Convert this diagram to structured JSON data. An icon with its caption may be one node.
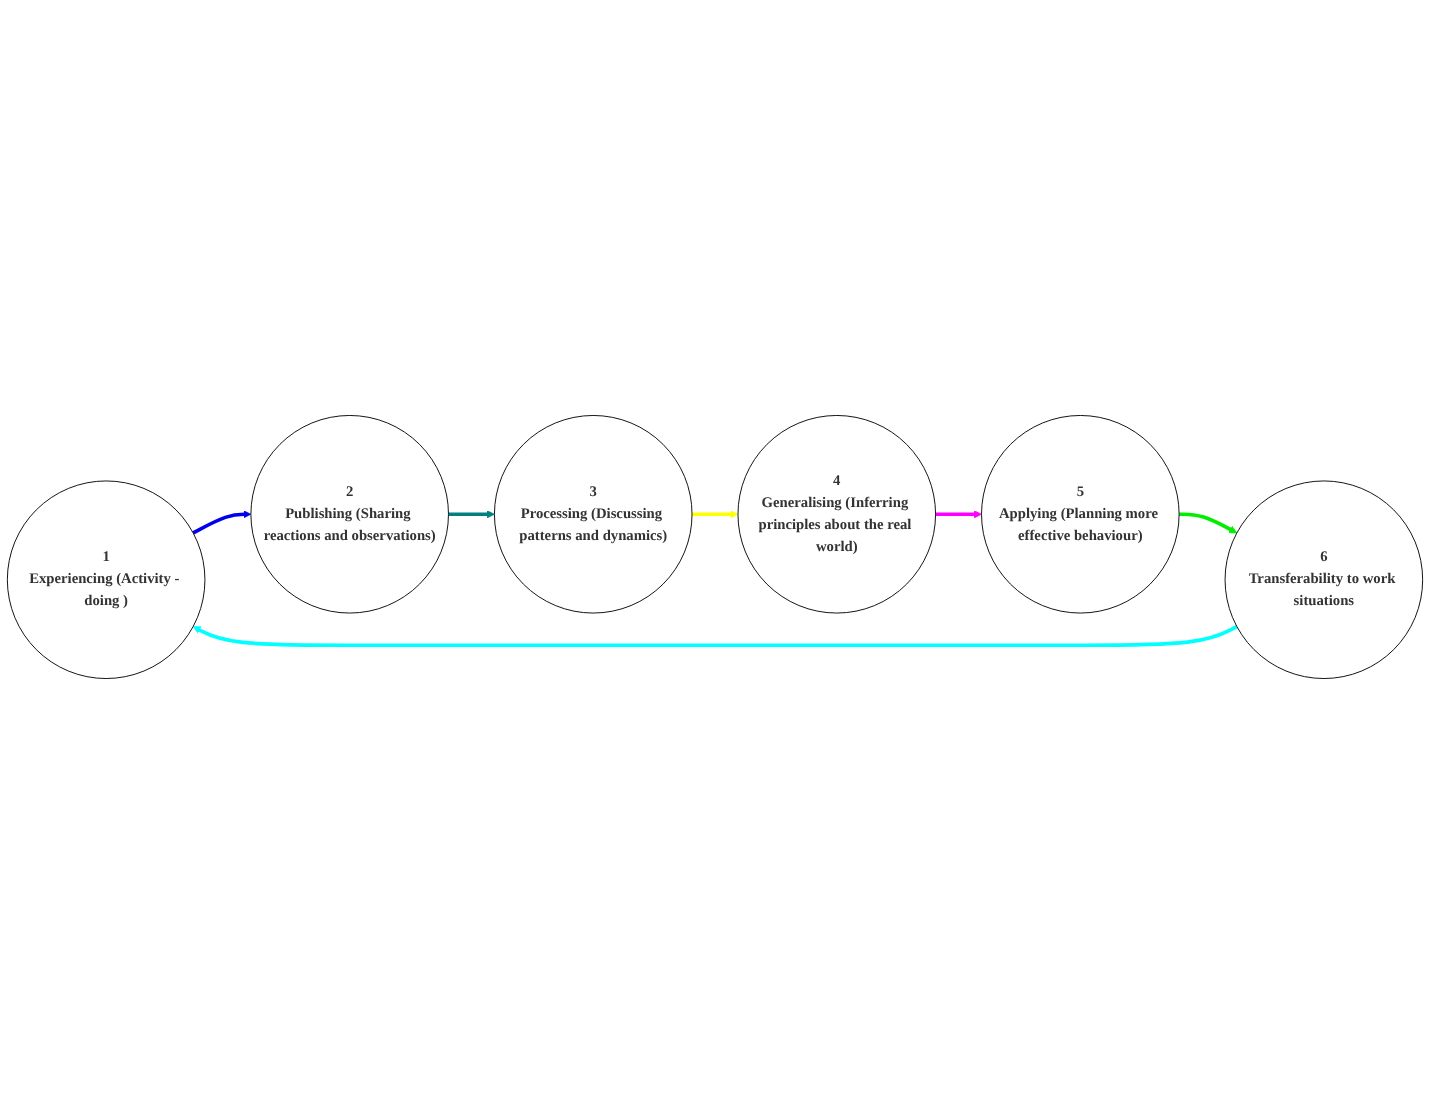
{
  "diagram": {
    "nodes": [
      {
        "text": [
          "1",
          "Experiencing (Activity - doing )"
        ]
      },
      {
        "text": [
          "2",
          "Publishing (Sharing reactions and observations)"
        ]
      },
      {
        "text": [
          "3",
          "Processing (Discussing patterns and dynamics)"
        ]
      },
      {
        "text": [
          "4",
          "Generalising (Inferring principles about the real world)"
        ]
      },
      {
        "text": [
          "5",
          "Applying (Planning more effective behaviour)"
        ]
      },
      {
        "text": [
          "6",
          "Transferability to work situations"
        ]
      }
    ],
    "edges": [
      {
        "from": 0,
        "to": 1,
        "arrow": "to",
        "color": "#0000ee"
      },
      {
        "from": 1,
        "to": 2,
        "arrow": "to",
        "color": "#008080"
      },
      {
        "from": 2,
        "to": 3,
        "arrow": "to",
        "color": "#ffff00"
      },
      {
        "from": 3,
        "to": 4,
        "arrow": "to",
        "color": "#ff00ff"
      },
      {
        "from": 4,
        "to": 5,
        "arrow": "to",
        "color": "#00ee00"
      },
      {
        "from": 5,
        "to": 0,
        "arrow": "to",
        "color": "#00ffff"
      }
    ]
  }
}
